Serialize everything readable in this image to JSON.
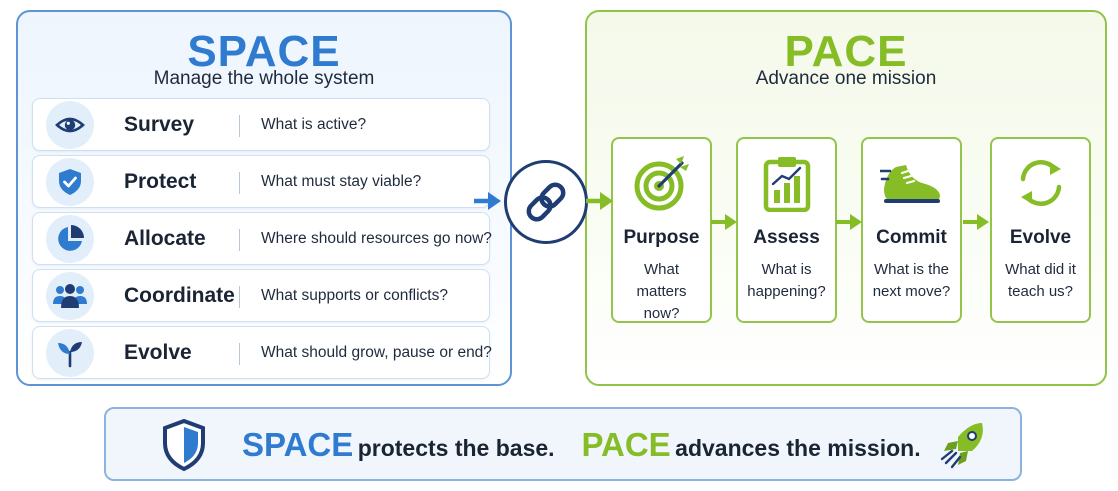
{
  "space": {
    "title": "SPACE",
    "subtitle": "Manage the whole system",
    "rows": [
      {
        "label": "Survey",
        "question": "What is active?",
        "icon": "eye-icon"
      },
      {
        "label": "Protect",
        "question": "What must stay viable?",
        "icon": "shield-check-icon"
      },
      {
        "label": "Allocate",
        "question": "Where should resources go now?",
        "icon": "pie-chart-icon"
      },
      {
        "label": "Coordinate",
        "question": "What supports or conflicts?",
        "icon": "people-group-icon"
      },
      {
        "label": "Evolve",
        "question": "What should grow, pause or end?",
        "icon": "sprout-icon"
      }
    ]
  },
  "link": {
    "icon": "chain-link-icon"
  },
  "pace": {
    "title": "PACE",
    "subtitle": "Advance one mission",
    "cards": [
      {
        "label": "Purpose",
        "question_line1": "What matters",
        "question_line2": "now?",
        "icon": "target-arrow-icon"
      },
      {
        "label": "Assess",
        "question_line1": "What is",
        "question_line2": "happening?",
        "icon": "clipboard-chart-icon"
      },
      {
        "label": "Commit",
        "question_line1": "What is the",
        "question_line2": "next move?",
        "icon": "running-shoe-icon"
      },
      {
        "label": "Evolve",
        "question_line1": "What did it",
        "question_line2": "teach us?",
        "icon": "cycle-arrows-icon"
      }
    ]
  },
  "banner": {
    "space_word": "SPACE",
    "space_text": "protects the base.",
    "pace_word": "PACE",
    "pace_text": "advances the mission."
  },
  "colors": {
    "space_blue": "#2f7bd0",
    "pace_green": "#86bc25",
    "navy": "#1f3c73"
  }
}
